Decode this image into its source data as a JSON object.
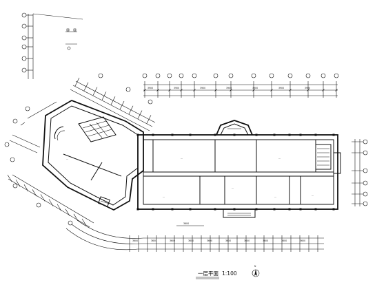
{
  "drawing": {
    "title": "一层平面",
    "scale": "1:100",
    "north_label": "N",
    "room_labels": {
      "r1": "…",
      "r2": "…",
      "r3": "…",
      "r4": "…",
      "r5": "…",
      "r6": "…",
      "r7": "…"
    },
    "dim_text": {
      "top_row": [
        "3900",
        "3900",
        "3900",
        "3900",
        "3900",
        "3900",
        "3900"
      ],
      "bottom_row": [
        "3600",
        "3600",
        "3600",
        "3600",
        "3600",
        "3600",
        "3600",
        "3600",
        "3600",
        "3600"
      ],
      "small_tag": "3600"
    }
  }
}
